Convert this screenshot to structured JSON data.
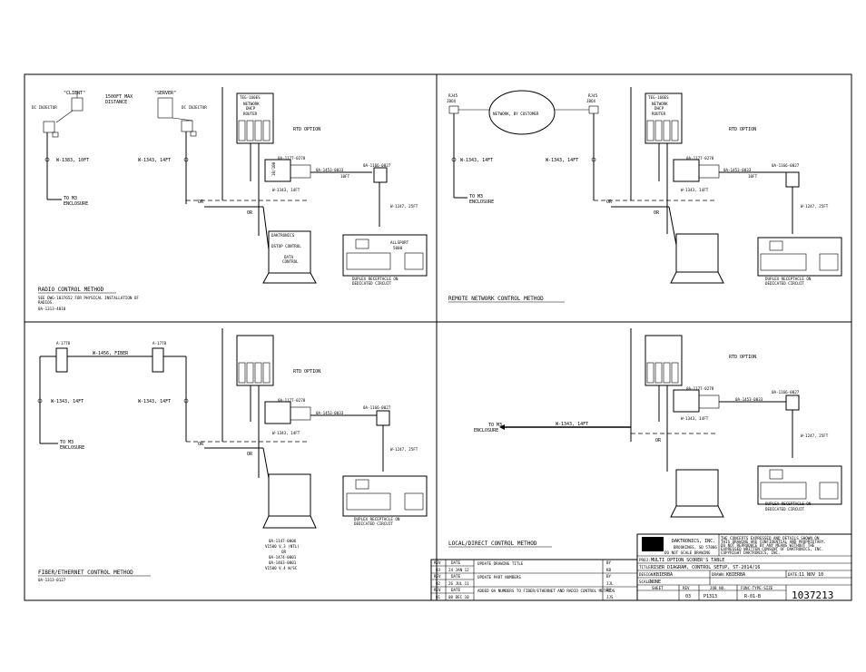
{
  "quadrants": {
    "radio": {
      "client": "\"CLIENT\"",
      "server": "\"SERVER\"",
      "distance": [
        "1500FT MAX",
        "DISTANCE"
      ],
      "injector_left": "DC INJECTOR",
      "injector_right": "DC INJECTOR",
      "cable_left": "W-1383, 10FT",
      "cable_right": "W-1343, 14FT",
      "to_m3": [
        "TO M3",
        "ENCLOSURE"
      ],
      "router": [
        "TEG-160ES",
        "NETWORK",
        "DHCP",
        "ROUTER"
      ],
      "rtd": "RTD OPTION",
      "conv": "10/100",
      "p1": "0A-1177-0278",
      "p2": "0A-1453-0033",
      "p2b": "10FT",
      "p3": "0A-1166-0027",
      "w14": "W-1343, 14FT",
      "w25": "W-1247, 25FT",
      "or1": "OR",
      "or2": "OR",
      "console": "ALLSPORT",
      "console2": "5000",
      "laptop_title": "DAKTRONICS",
      "laptop_inner": [
        "DATA",
        "CONTROL"
      ],
      "menu1": "DSTOP CONTROL",
      "duplex": [
        "DUPLEX RECEPTACLE ON",
        "DEDICATED CIRCUIT"
      ],
      "method": "RADIO CONTROL METHOD",
      "note": [
        "SEE DWG-1037652 FOR PHYSICAL INSTALLATION OF",
        "RADIOS."
      ],
      "ref": "0A-1313-4010"
    },
    "remote": {
      "rj45_left": [
        "RJ45",
        "JBOX"
      ],
      "rj45_right": [
        "RJ45",
        "JBOX"
      ],
      "cloud": "NETWORK, BY CUSTOMER",
      "cable_left": "W-1343, 14FT",
      "cable_right": "W-1343, 14FT",
      "to_m3": [
        "TO M3",
        "ENCLOSURE"
      ],
      "router": [
        "TEG-160ES",
        "NETWORK",
        "DHCP",
        "ROUTER"
      ],
      "rtd": "RTD OPTION",
      "p1": "0A-1177-0278",
      "p2": "0A-1453-0033",
      "p2b": "10FT",
      "p3": "0A-1166-0027",
      "w14": "W-1343, 14FT",
      "w25": "W-1247, 25FT",
      "or1": "OR",
      "or2": "OR",
      "duplex": [
        "DUPLEX RECEPTACLE ON",
        "DEDICATED CIRCUIT"
      ],
      "method": "REMOTE NETWORK CONTROL METHOD"
    },
    "fiber": {
      "a1": "A-1778",
      "a2": "A-1778",
      "fiber": "W-1456, FIBER",
      "cable_left": "W-1343, 14FT",
      "cable_right": "W-1343, 14FT",
      "to_m3": [
        "TO M3",
        "ENCLOSURE"
      ],
      "rtd": "RTD OPTION",
      "p1": "0A-1177-0278",
      "p2": "0A-1453-0033",
      "p3": "0A-1166-0027",
      "w14": "W-1343, 14FT",
      "w25": "W-1247, 25FT",
      "or1": "OR",
      "or2": "OR",
      "duplex": [
        "DUPLEX RECEPTACLE ON",
        "DEDICATED CIRCUIT"
      ],
      "parts": [
        "0A-1147-0006",
        "V1500 V.3 (NTL)",
        "OR",
        "0A-1474-0001",
        "0A-1463-0001",
        "V1500 V.4 W/SC"
      ],
      "method": "FIBER/ETHERNET CONTROL METHOD",
      "ref": "0A-1313-0127"
    },
    "local": {
      "rtd": "RTD OPTION",
      "p1": "0A-1177-0278",
      "p2": "0A-1453-0033",
      "p3": "0A-1166-0027",
      "w14": "W-1343, 14FT",
      "w25": "W-1247, 25FT",
      "cable": "W-1343, 14FT",
      "to_m3": [
        "TO M3",
        "ENCLOSURE"
      ],
      "or1": "OR",
      "duplex": [
        "DUPLEX RECEPTACLE ON",
        "DEDICATED CIRCUIT"
      ],
      "method": "LOCAL/DIRECT CONTROL METHOD"
    }
  },
  "title_block": {
    "company": "DAKTRONICS, INC.",
    "city": "BROOKINGS, SD 57006",
    "scale_note": "DO NOT SCALE DRAWING",
    "notice": [
      "THE CONCEPTS EXPRESSED AND DETAILS SHOWN ON",
      "THIS DRAWING ARE CONFIDENTIAL AND PROPRIETARY.",
      "DO NOT REPRODUCE BY ANY MEANS WITHOUT THE",
      "EXPRESSED WRITTEN CONSENT OF DAKTRONICS, INC.",
      "COPYRIGHT DAKTRONICS, INC."
    ],
    "proj_label": "PROJ:",
    "proj": "MULTI OPTION SCORER'S TABLE",
    "title_label": "TITLE:",
    "title": "RISER DIAGRAM, CONTROL SETUP, ST-2014/16",
    "des_label": "DESIGN:",
    "des": "KBIERBA",
    "drawn_label": "DRAWN:",
    "drawn": "KBIERBA",
    "date_label": "DATE:",
    "date": "11 NOV 10",
    "scale_label": "SCALE:",
    "scale": "NONE",
    "hdr": [
      "SHEET",
      "REV",
      "JOB NO.",
      "FUNC-TYPE-SIZE"
    ],
    "vals": [
      "",
      "03",
      "P1313",
      "R-01-B"
    ],
    "dwg_no": "1037213"
  },
  "revisions": [
    {
      "rev": "REV",
      "date": "DATE",
      "desc": "",
      "by": "BY"
    },
    {
      "rev": "03",
      "date": "24 JAN 12",
      "desc": "UPDATE DRAWING TITLE",
      "by": "KB"
    },
    {
      "rev": "REV",
      "date": "DATE",
      "desc": "",
      "by": "BY"
    },
    {
      "rev": "02",
      "date": "26 JUL 11",
      "desc": "UPDATE PART NUMBERS",
      "by": "JJL"
    },
    {
      "rev": "REV",
      "date": "DATE",
      "desc": "",
      "by": "BY"
    },
    {
      "rev": "01",
      "date": "08 DEC 10",
      "desc": "ADDED 0A NUMBERS TO FIBER/ETHERNET AND RADIO CONTROL METHODS",
      "by": "JJS"
    }
  ]
}
